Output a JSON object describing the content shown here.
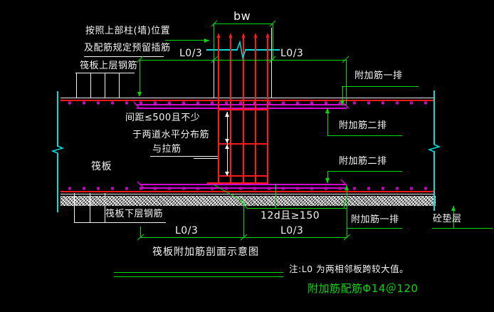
{
  "drawing": {
    "title": "筏板附加筋剖面示意图",
    "note": "注:L0 为两相邻板跨较大值。",
    "rebar_spec": "附加筋配筋Φ14＠120",
    "annotations": {
      "note_top_line1": "按照上部柱(墙)位置",
      "note_top_line2": "及配筋规定预留插筋",
      "upper_rebar_label": "筏板上层钢筋",
      "spacing_line1": "间距≤500且不少",
      "spacing_line2": "于两道水平分布筋",
      "spacing_line3": "与拉筋",
      "raft_label": "筏板",
      "added_row1_top": "附加筋一排",
      "added_row2_upper": "附加筋二排",
      "added_row2_lower": "附加筋二排",
      "added_row1_bottom": "附加筋一排",
      "lower_rebar_label": "筏板下层钢筋",
      "cushion_label": "砼垫层"
    },
    "dimensions": {
      "bw": "bw",
      "l03_top_left": "L0/3",
      "l03_top_right": "L0/3",
      "hook_length": "12d且≥150",
      "l03_bottom_left": "L0/3",
      "l03_bottom_right": "L0/3"
    },
    "colors": {
      "background": "#000000",
      "main_rebar_red": "#ff1a1a",
      "added_rebar_magenta": "#d400d4",
      "dimension_green": "#00d800",
      "break_line_cyan": "#00dede",
      "outline_white": "#f2f2f2"
    }
  }
}
